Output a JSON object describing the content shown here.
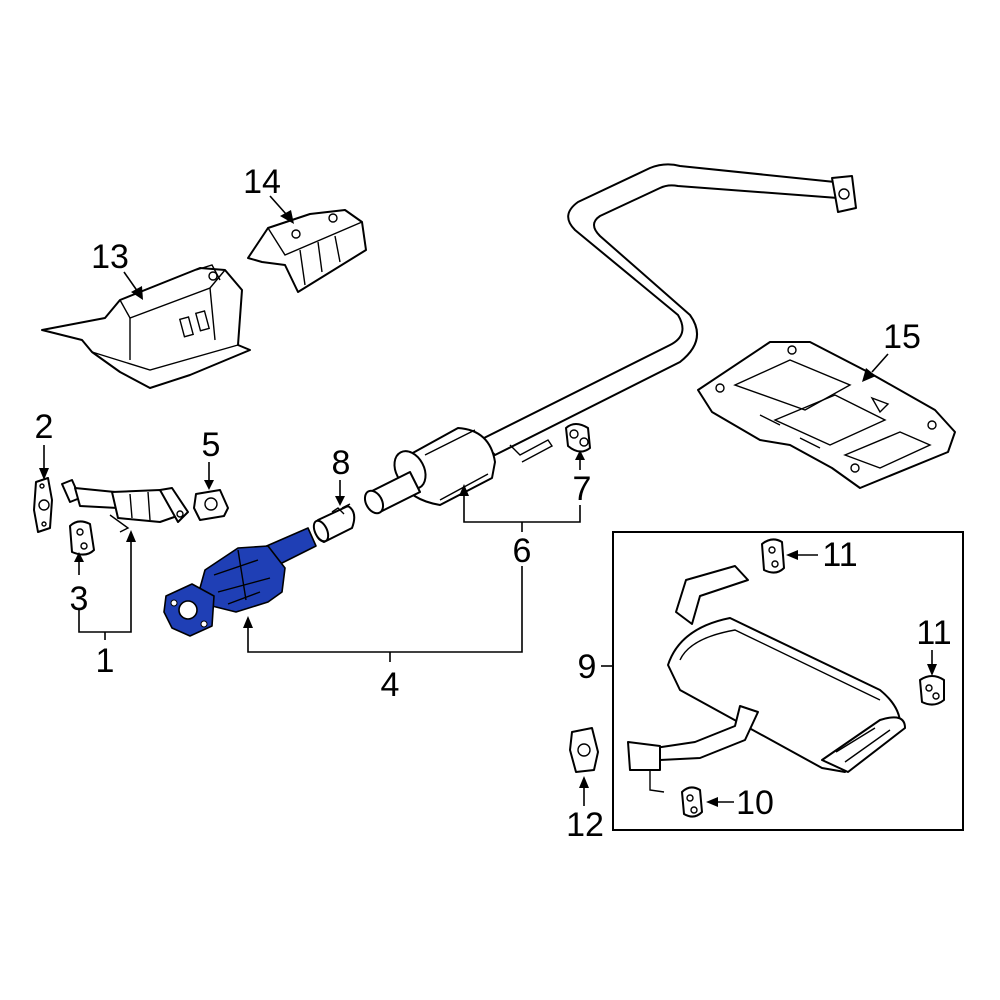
{
  "callouts": {
    "c1": "1",
    "c2": "2",
    "c3": "3",
    "c4": "4",
    "c5": "5",
    "c6": "6",
    "c7": "7",
    "c8": "8",
    "c9": "9",
    "c10": "10",
    "c11a": "11",
    "c11b": "11",
    "c12": "12",
    "c13": "13",
    "c14": "14",
    "c15": "15"
  },
  "highlighted_part": "4",
  "colors": {
    "highlight": "#1f3fb5",
    "highlight_dark": "#162f8c",
    "line": "#000000",
    "background": "#ffffff"
  }
}
